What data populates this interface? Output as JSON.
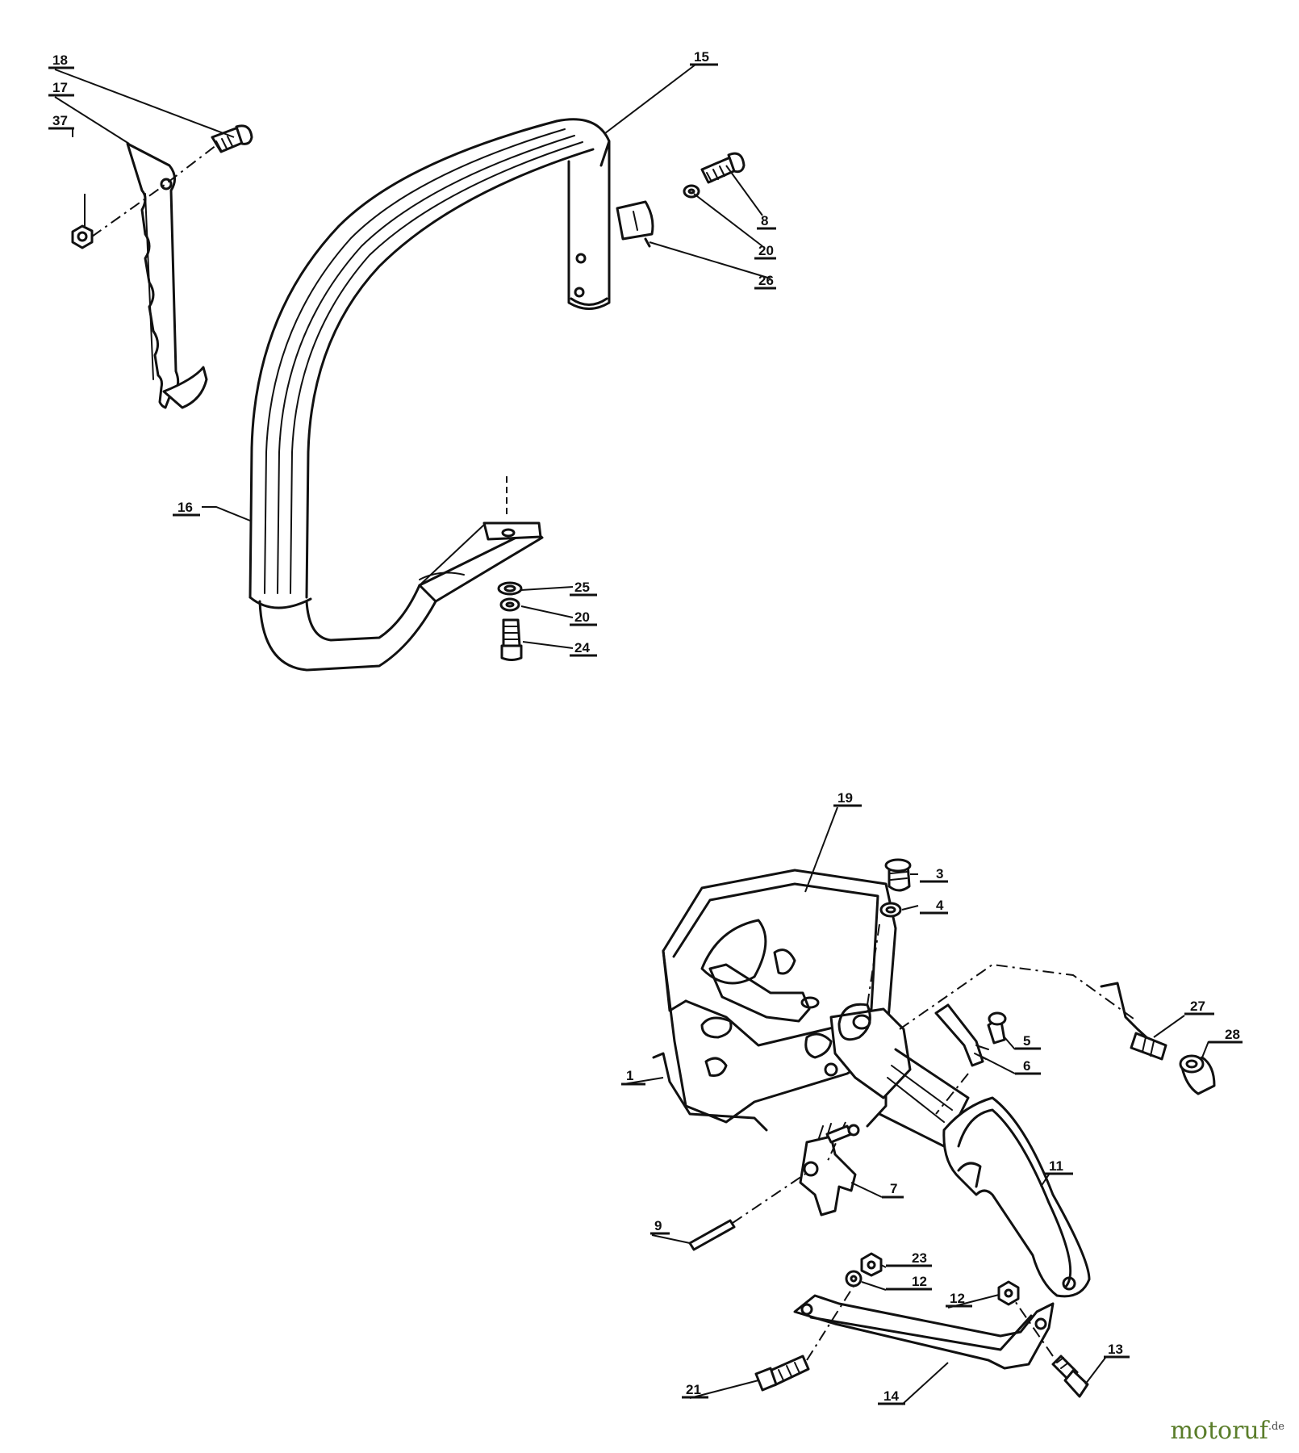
{
  "callouts": [
    {
      "id": "c18",
      "label": "18"
    },
    {
      "id": "c17",
      "label": "17"
    },
    {
      "id": "c37",
      "label": "37"
    },
    {
      "id": "c15",
      "label": "15"
    },
    {
      "id": "c8",
      "label": "8"
    },
    {
      "id": "c20a",
      "label": "20"
    },
    {
      "id": "c26",
      "label": "26"
    },
    {
      "id": "c16",
      "label": "16"
    },
    {
      "id": "c25",
      "label": "25"
    },
    {
      "id": "c20b",
      "label": "20"
    },
    {
      "id": "c24",
      "label": "24"
    },
    {
      "id": "c19",
      "label": "19"
    },
    {
      "id": "c3",
      "label": "3"
    },
    {
      "id": "c4",
      "label": "4"
    },
    {
      "id": "c27",
      "label": "27"
    },
    {
      "id": "c28",
      "label": "28"
    },
    {
      "id": "c5",
      "label": "5"
    },
    {
      "id": "c6",
      "label": "6"
    },
    {
      "id": "c1",
      "label": "1"
    },
    {
      "id": "c11",
      "label": "11"
    },
    {
      "id": "c7",
      "label": "7"
    },
    {
      "id": "c9",
      "label": "9"
    },
    {
      "id": "c23",
      "label": "23"
    },
    {
      "id": "c12a",
      "label": "12"
    },
    {
      "id": "c12b",
      "label": "12"
    },
    {
      "id": "c21",
      "label": "21"
    },
    {
      "id": "c13",
      "label": "13"
    },
    {
      "id": "c14",
      "label": "14"
    }
  ],
  "watermark": {
    "text": "motoruf",
    "suffix": ".de"
  }
}
